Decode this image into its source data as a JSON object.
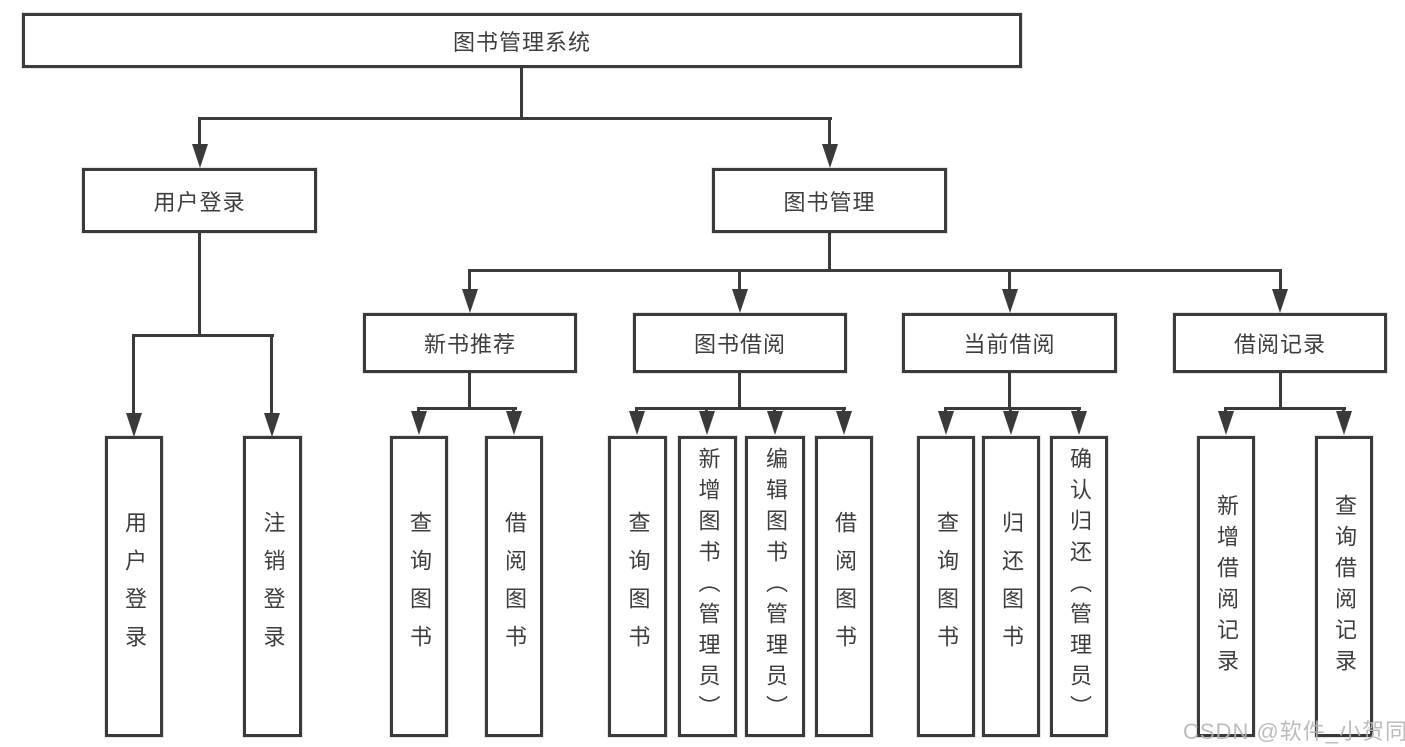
{
  "nodes": {
    "root": {
      "label": "图书管理系统"
    },
    "user_login": {
      "label": "用户登录"
    },
    "book_management": {
      "label": "图书管理"
    },
    "new_book_recommend": {
      "label": "新书推荐"
    },
    "book_borrow": {
      "label": "图书借阅"
    },
    "current_borrow": {
      "label": "当前借阅"
    },
    "borrow_record": {
      "label": "借阅记录"
    },
    "leaf_user_login": {
      "label": "用户登录"
    },
    "leaf_logout": {
      "label": "注销登录"
    },
    "leaf_query_book_1": {
      "label": "查询图书"
    },
    "leaf_borrow_book_1": {
      "label": "借阅图书"
    },
    "leaf_query_book_2": {
      "label": "查询图书"
    },
    "leaf_add_book_admin": {
      "label": "新增图书（管理员）"
    },
    "leaf_edit_book_admin": {
      "label": "编辑图书（管理员）"
    },
    "leaf_borrow_book_2": {
      "label": "借阅图书"
    },
    "leaf_query_book_3": {
      "label": "查询图书"
    },
    "leaf_return_book": {
      "label": "归还图书"
    },
    "leaf_confirm_return_admin": {
      "label": "确认归还（管理员）"
    },
    "leaf_add_borrow_record": {
      "label": "新增借阅记录"
    },
    "leaf_query_borrow_record": {
      "label": "查询借阅记录"
    }
  },
  "watermark": {
    "text": "CSDN @软件_小贺同学"
  },
  "colors": {
    "line": "#3a3a3a",
    "text": "#3d3d3d",
    "watermark": "#b5b5b5",
    "background": "#ffffff"
  }
}
